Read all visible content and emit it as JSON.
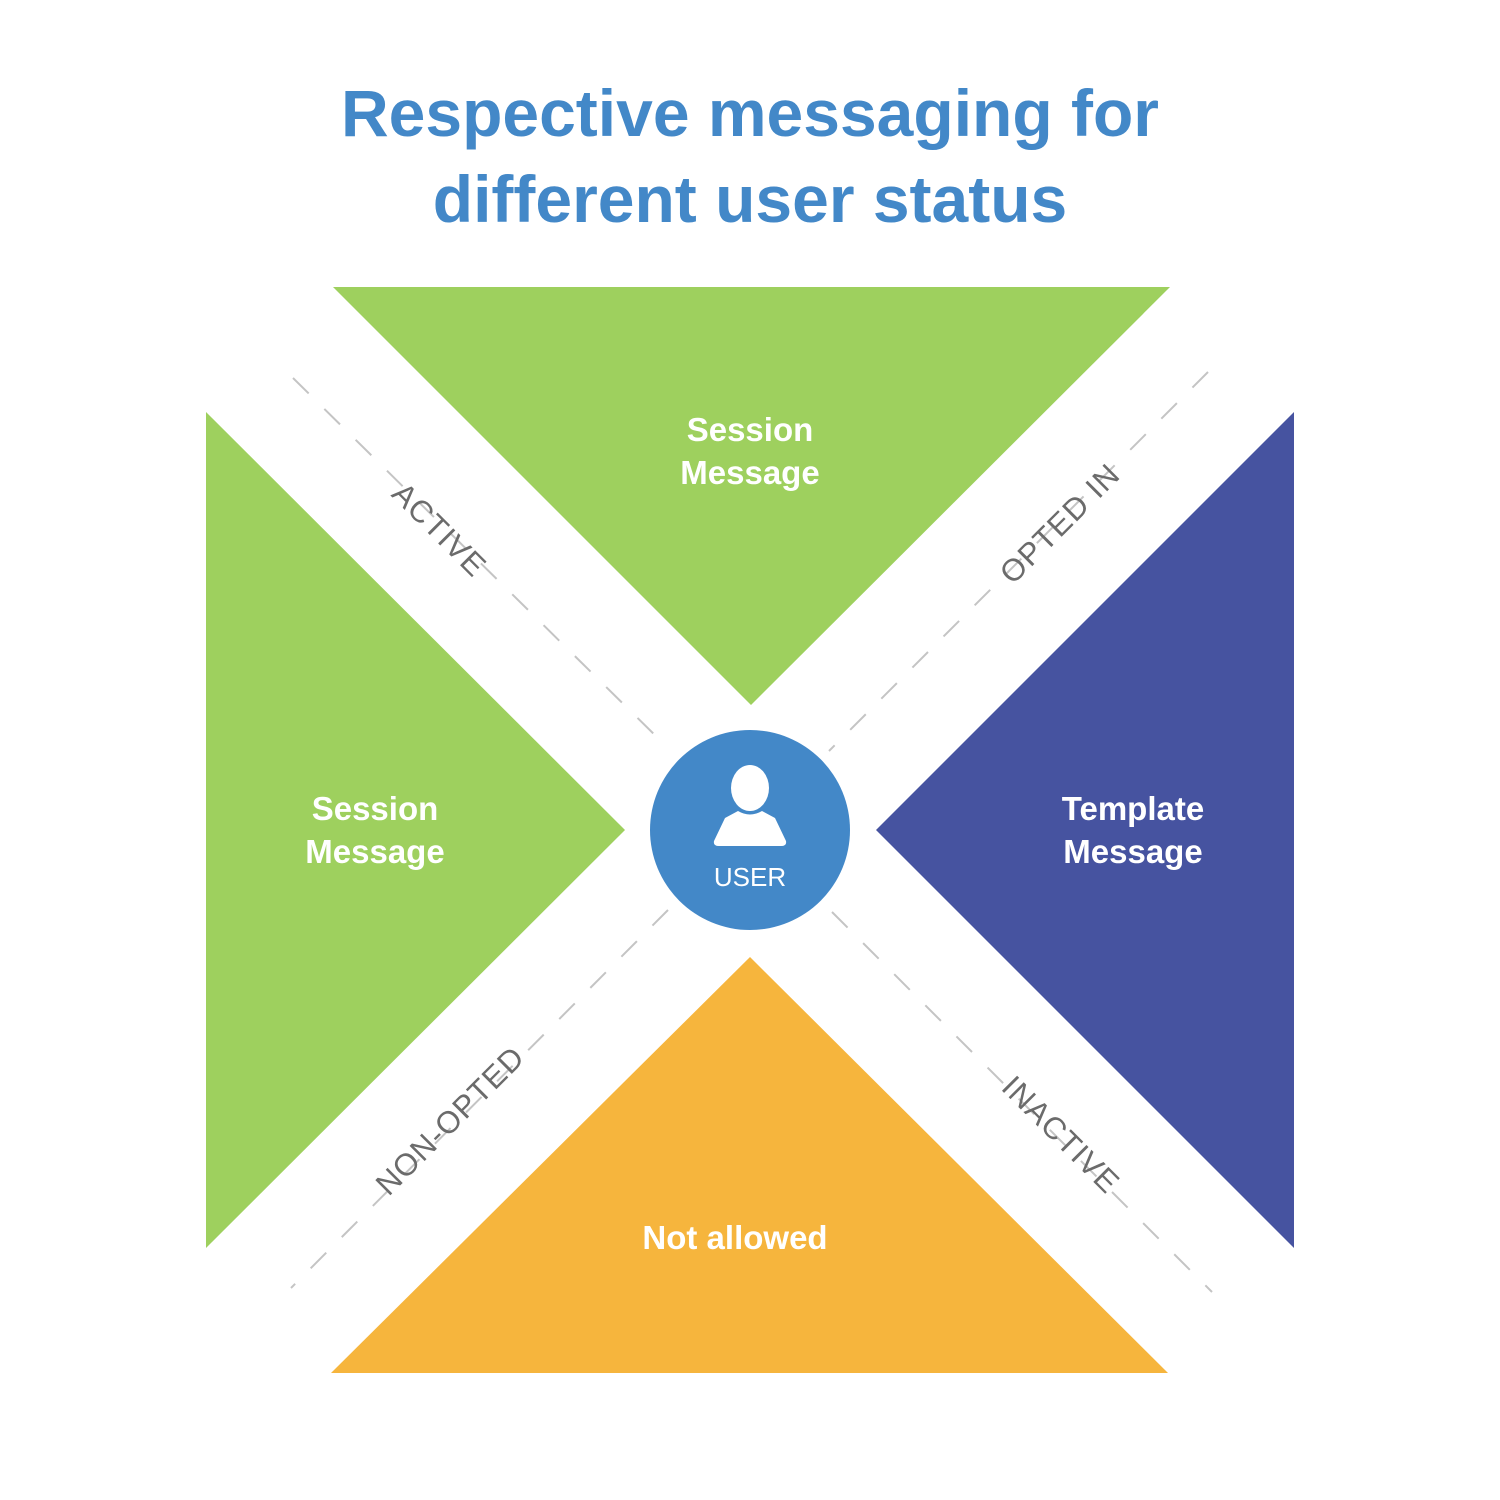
{
  "title": {
    "line1": "Respective messaging for",
    "line2": "different user status"
  },
  "center": {
    "label": "USER",
    "icon": "user-icon"
  },
  "quadrants": {
    "top": {
      "line1": "Session",
      "line2": "Message",
      "color": "#9ED05E"
    },
    "left": {
      "line1": "Session",
      "line2": "Message",
      "color": "#9ED05E"
    },
    "right": {
      "line1": "Template",
      "line2": "Message",
      "color": "#4653A0"
    },
    "bottom": {
      "line1": "Not allowed",
      "color": "#F6B53D"
    }
  },
  "statuses": {
    "active": "ACTIVE",
    "opted_in": "OPTED IN",
    "non_opted": "NON-OPTED",
    "inactive": "INACTIVE"
  },
  "colors": {
    "title": "#4388C8",
    "circle": "#4388C8",
    "status_text": "#6B6B6B",
    "dashes": "#C4C4C4"
  }
}
